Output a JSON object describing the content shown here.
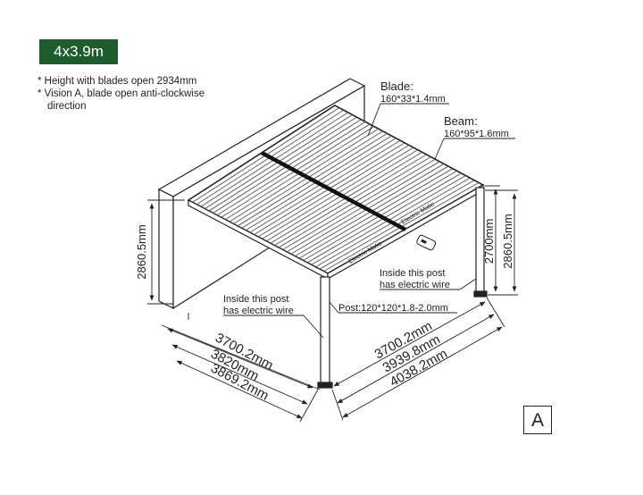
{
  "header": {
    "size_badge": "4x3.9m"
  },
  "notes": [
    "* Height with blades open 2934mm",
    "* Vision A, blade open anti-clockwise",
    "direction"
  ],
  "labels": {
    "blade_title": "Blade:",
    "blade_spec": "160*33*1.4mm",
    "beam_title": "Beam:",
    "beam_spec": "160*95*1.6mm",
    "left_height": "2860.5mm",
    "right_height_inner": "2700mm",
    "right_height_outer": "2860.5mm",
    "post_front_line1": "Inside this post",
    "post_front_line2": "has electric wire",
    "post_right_line1": "Inside this post",
    "post_right_line2": "has electric wire",
    "post_spec": "Post:120*120*1.8-2.0mm",
    "brand_left": "Electric Matic",
    "brand_right": "Electric Matic",
    "left_dim_1": "3700.2mm",
    "left_dim_2": "3820mm",
    "left_dim_3": "3869.2mm",
    "right_dim_1": "3700.2mm",
    "right_dim_2": "3939.8mm",
    "right_dim_3": "4038.2mm"
  },
  "view_letter": "A",
  "colors": {
    "badge": "#1e5c2e",
    "line": "#222222"
  }
}
